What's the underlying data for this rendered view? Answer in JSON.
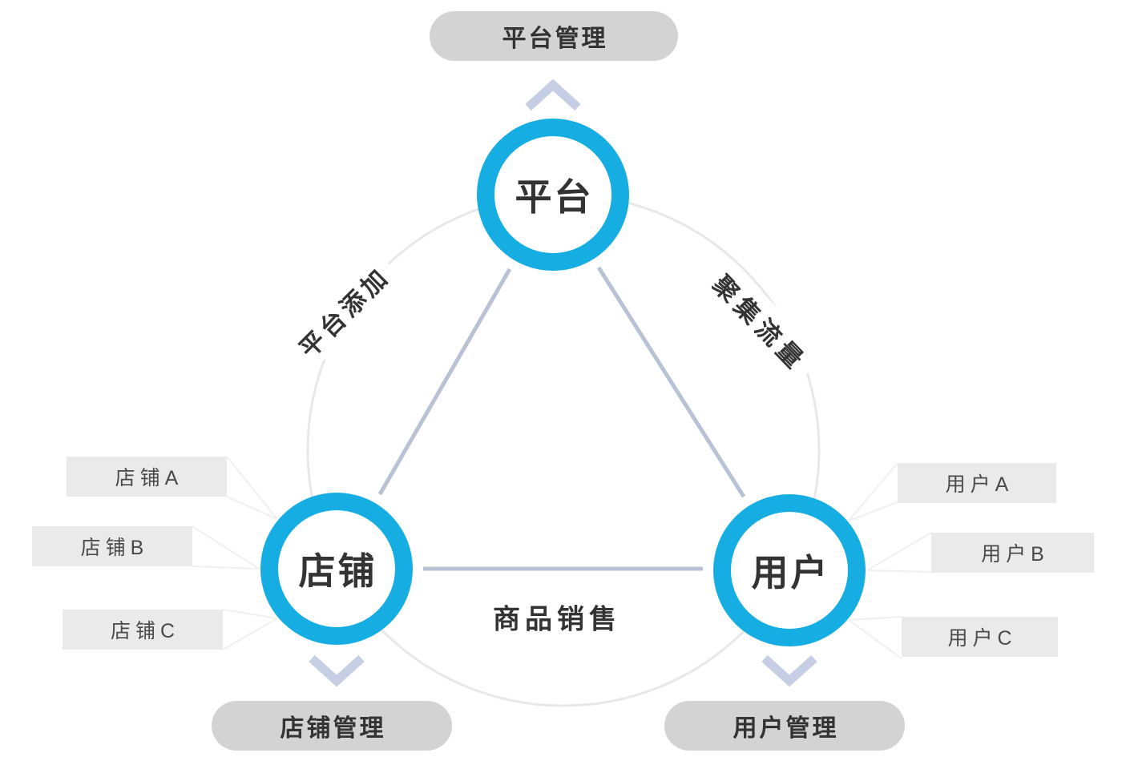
{
  "nodes": {
    "platform": {
      "label": "平台",
      "manage_label": "平台管理"
    },
    "shop": {
      "label": "店铺",
      "manage_label": "店铺管理"
    },
    "user": {
      "label": "用户",
      "manage_label": "用户管理"
    }
  },
  "edges": {
    "platform_to_shop": "平台添加",
    "platform_to_user": "聚集流量",
    "shop_to_user": "商品销售"
  },
  "shop_items": [
    {
      "label": "店铺A"
    },
    {
      "label": "店铺B"
    },
    {
      "label": "店铺C"
    }
  ],
  "user_items": [
    {
      "label": "用户A"
    },
    {
      "label": "用户B"
    },
    {
      "label": "用户C"
    }
  ],
  "colors": {
    "node_ring": "#15ade2",
    "triangle_line": "#b9c2d4",
    "chevron": "#c5cee4",
    "outer_circle": "#e8e8e8",
    "connector_line": "#f0f0f0",
    "pill_bg": "#d3d3d3",
    "item_bg": "#eaeaea",
    "text_dark": "#333333",
    "item_text": "#4a4a4a"
  }
}
